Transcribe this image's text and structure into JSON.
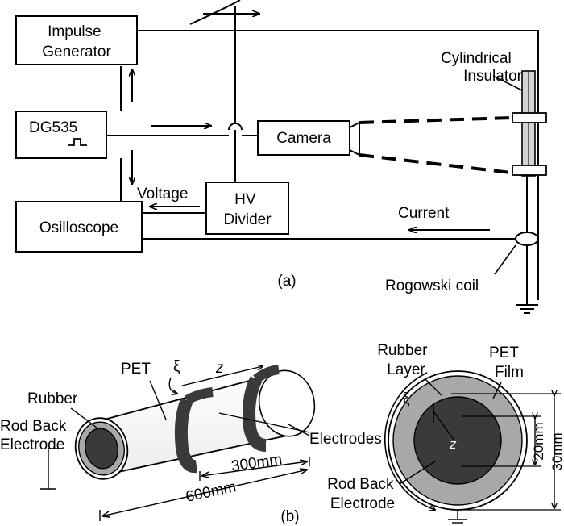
{
  "part_a": {
    "impulse_generator": "Impulse\nGenerator",
    "dg535": "DG535",
    "camera": "Camera",
    "hv_divider": "HV\nDivider",
    "oscilloscope": "Osilloscope",
    "voltage": "Voltage",
    "current": "Current",
    "cylindrical_insulator": "Cylindrical\nInsulator",
    "rogowski_coil": "Rogowski coil",
    "caption": "(a)"
  },
  "part_b": {
    "pet": "PET",
    "rubber": "Rubber",
    "rod_back_electrode": "Rod Back\nElectrode",
    "xi": "ξ",
    "z": "z",
    "electrodes": "Electrodes",
    "dim_300": "300mm",
    "dim_600": "600mm",
    "caption": "(b)",
    "rubber_layer": "Rubber\nLayer",
    "pet_film": "PET\nFilm",
    "xi_cross": "ξ",
    "z_cross": "z",
    "dim_20": "20mm",
    "dim_30": "30mm",
    "rod_back_electrode_cross": "Rod Back\nElectrode"
  }
}
